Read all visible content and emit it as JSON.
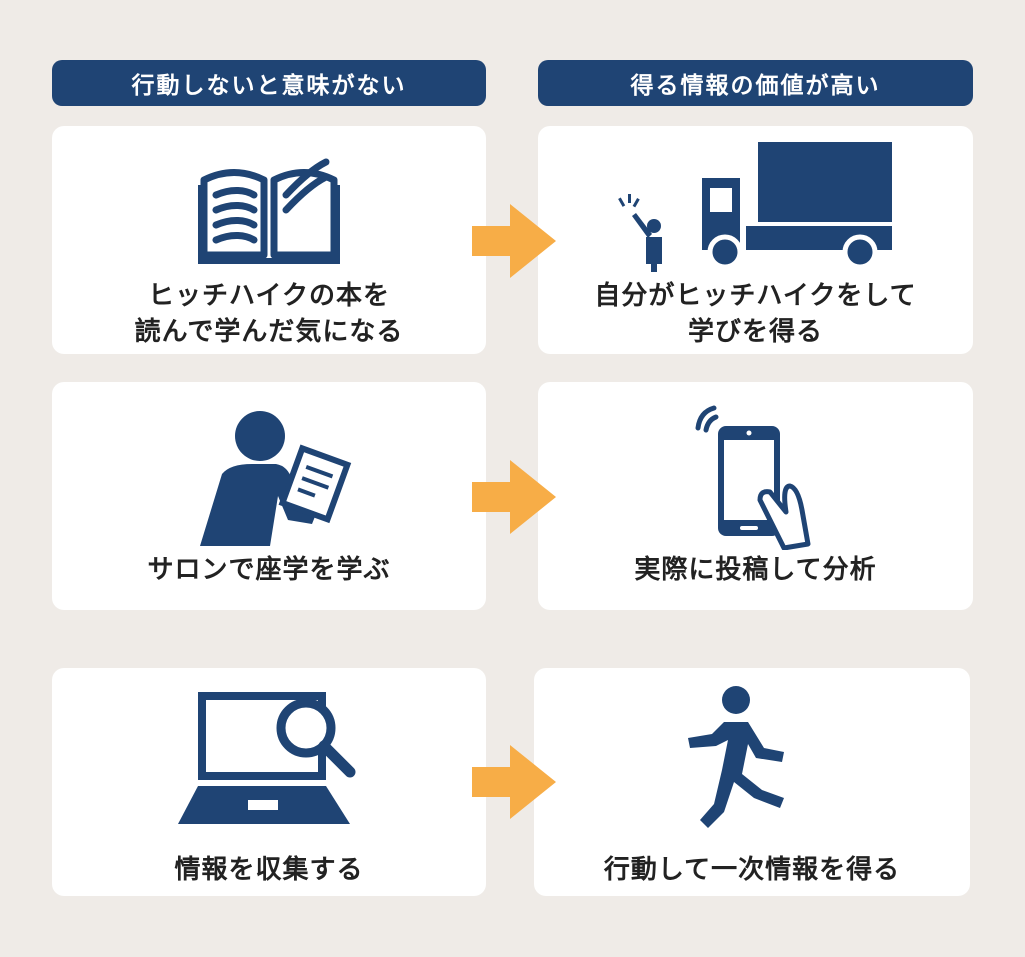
{
  "headers": {
    "left": "行動しないと意味がない",
    "right": "得る情報の価値が高い"
  },
  "rows": [
    {
      "left": {
        "line1": "ヒッチハイクの本を",
        "line2": "読んで学んだ気になる",
        "icon": "open-book-icon"
      },
      "right": {
        "line1": "自分がヒッチハイクをして",
        "line2": "学びを得る",
        "icon": "hitchhiker-truck-icon"
      }
    },
    {
      "left": {
        "line1": "サロンで座学を学ぶ",
        "icon": "person-writing-icon"
      },
      "right": {
        "line1": "実際に投稿して分析",
        "icon": "smartphone-icon"
      }
    },
    {
      "left": {
        "line1": "情報を収集する",
        "icon": "laptop-search-icon"
      },
      "right": {
        "line1": "行動して一次情報を得る",
        "icon": "running-person-icon"
      }
    }
  ],
  "colors": {
    "navy": "#1f4474",
    "arrow": "#f7ad47",
    "card": "#ffffff",
    "background": "#efebe7"
  }
}
